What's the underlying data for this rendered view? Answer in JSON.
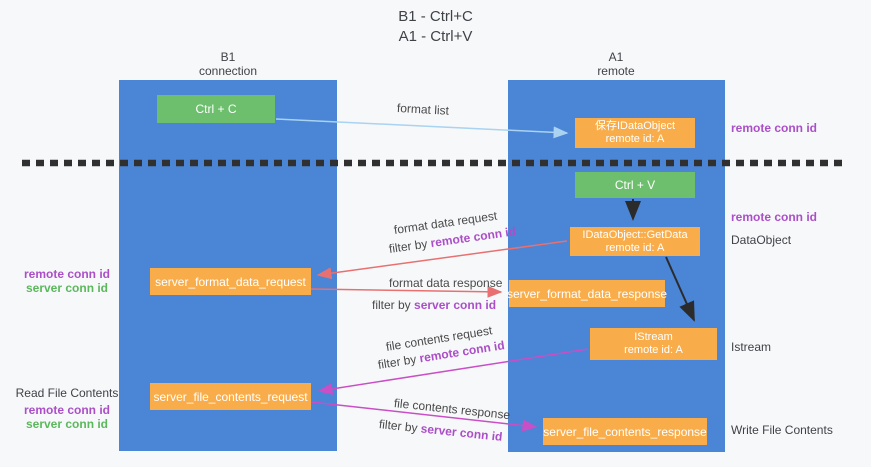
{
  "title": {
    "line1": "B1 - Ctrl+C",
    "line2": "A1 - Ctrl+V"
  },
  "columns": {
    "left": {
      "name": "B1",
      "role": "connection"
    },
    "right": {
      "name": "A1",
      "role": "remote"
    }
  },
  "boxes": {
    "ctrl_c": "Ctrl + C",
    "save_dataobject": {
      "line1": "保存IDataObject",
      "line2": "remote id: A"
    },
    "ctrl_v": "Ctrl + V",
    "getdata": {
      "line1": "IDataObject::GetData",
      "line2": "remote id: A"
    },
    "istream": {
      "line1": "IStream",
      "line2": "remote id: A"
    },
    "server_format_data_request": "server_format_data_request",
    "server_format_data_response": "server_format_data_response",
    "server_file_contents_request": "server_file_contents_request",
    "server_file_contents_response": "server_file_contents_response"
  },
  "arrow_labels": {
    "format_list": "format list",
    "format_data_request": "format data request",
    "format_data_response": "format data response",
    "file_contents_request": "file contents request",
    "file_contents_response": "file contents response",
    "filter_by": "filter by ",
    "remote_conn_id": "remote conn id",
    "server_conn_id": "server conn id"
  },
  "side_labels": {
    "remote_conn_id": "remote conn id",
    "server_conn_id": "server conn id",
    "dataobject": "DataObject",
    "istream": "Istream",
    "write_file_contents": "Write File Contents",
    "read_file_contents": "Read File Contents"
  },
  "colors": {
    "column_blue": "#4a85d6",
    "box_green": "#6dbf6d",
    "box_orange": "#f9ad4a",
    "arrow_lightblue": "#a9d3f1",
    "arrow_red": "#e87070",
    "arrow_magenta": "#ca4ec6",
    "arrow_black": "#2b2b2b",
    "text_purple": "#ab4fc8",
    "text_green": "#5cb85c",
    "dashed_line": "#303030",
    "background": "#f7f8fa"
  }
}
